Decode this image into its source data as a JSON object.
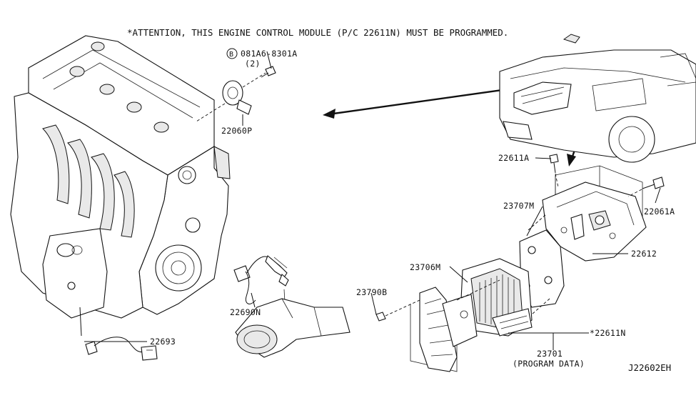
{
  "diagram": {
    "attention_note": "*ATTENTION, THIS ENGINE CONTROL MODULE (P/C 22611N) MUST BE PROGRAMMED.",
    "diagram_code": "J22602EH",
    "bolt_symbol": "B",
    "parts": {
      "bolt_code": "081A6-8301A",
      "bolt_qty": "(2)",
      "knock_sensor": "22060P",
      "ecm_bolt": "22611A",
      "bracket_bolt": "22061A",
      "bracket": "22612",
      "front_cover": "23707M",
      "rear_cover": "23706M",
      "nut": "23790B",
      "ecm": "*22611N",
      "program_data_code": "23701",
      "program_data_desc": "(PROGRAM DATA)",
      "o2_sensor_upper": "22690N",
      "o2_sensor_lower": "22693"
    }
  }
}
